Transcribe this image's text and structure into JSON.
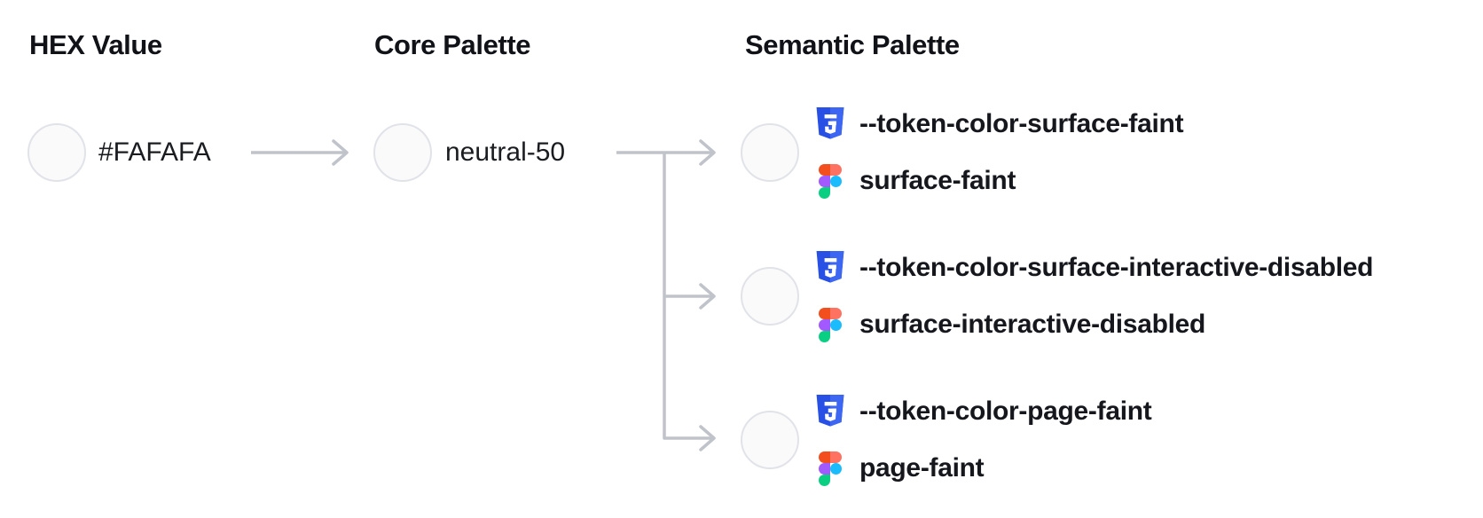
{
  "diagram": {
    "hex": {
      "header": "HEX Value",
      "value": "#FAFAFA",
      "swatch": "#FAFAFA"
    },
    "core": {
      "header": "Core Palette",
      "name": "neutral-50",
      "swatch": "#FAFAFA"
    },
    "semantic": {
      "header": "Semantic Palette",
      "entries": [
        {
          "css_variable": "--token-color-surface-faint",
          "figma_style": "surface-faint",
          "swatch": "#FAFAFA"
        },
        {
          "css_variable": "--token-color-surface-interactive-disabled",
          "figma_style": "surface-interactive-disabled",
          "swatch": "#FAFAFA"
        },
        {
          "css_variable": "--token-color-page-faint",
          "figma_style": "page-faint",
          "swatch": "#FAFAFA"
        }
      ]
    }
  },
  "colors": {
    "background": "#FFFFFF",
    "text": "#15171C",
    "connector": "#C0C3CA",
    "swatch_border": "#E1E3E8",
    "css_shield_left": "#2850E4",
    "css_shield_right": "#3D66F2",
    "css_glyph": "#FFFFFF",
    "figma_red": "#F24E1E",
    "figma_salmon": "#FF7262",
    "figma_purple": "#A259FF",
    "figma_blue": "#1ABCFE",
    "figma_green": "#0ACF83"
  }
}
